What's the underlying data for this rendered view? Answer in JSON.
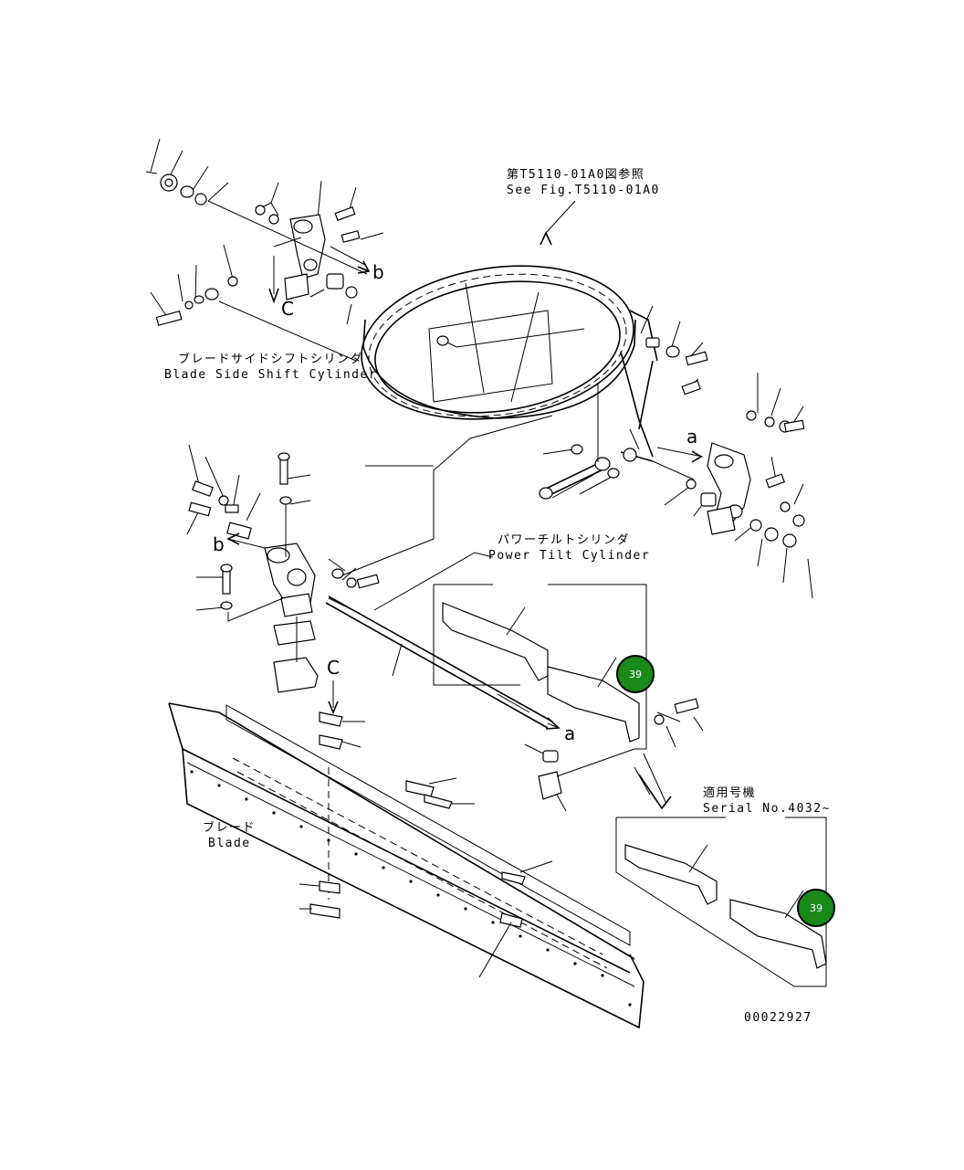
{
  "labels": {
    "see_fig_jp": "第T5110-01A0図参照",
    "see_fig_en": "See Fig.T5110-01A0",
    "side_shift_jp": "ブレードサイドシフトシリンダ",
    "side_shift_en": "Blade Side Shift Cylinder",
    "power_tilt_jp": "パワーチルトシリンダ",
    "power_tilt_en": "Power Tilt Cylinder",
    "blade_jp": "ブレード",
    "blade_en": "Blade",
    "serial_jp": "適用号機",
    "serial_en": "Serial No.4032~",
    "drawing_no": "00022927",
    "letter_a1": "a",
    "letter_a2": "a",
    "letter_b1": "b",
    "letter_b2": "b",
    "letter_c1": "C",
    "letter_c2": "C"
  },
  "callouts": [
    {
      "id": "callout-39-upper",
      "number": "39",
      "color": "#1a8a1a"
    },
    {
      "id": "callout-39-lower",
      "number": "39",
      "color": "#1a8a1a"
    }
  ]
}
